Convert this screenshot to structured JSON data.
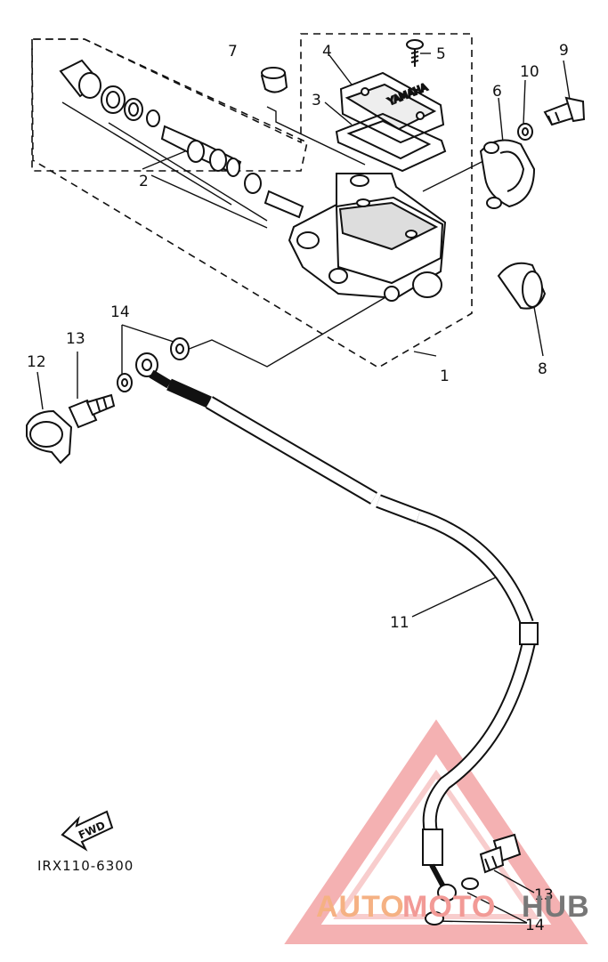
{
  "callouts": {
    "c1": "1",
    "c2": "2",
    "c3": "3",
    "c4": "4",
    "c5": "5",
    "c6": "6",
    "c7": "7",
    "c8": "8",
    "c9": "9",
    "c10": "10",
    "c11": "11",
    "c12": "12",
    "c13a": "13",
    "c13b": "13",
    "c14a": "14",
    "c14b": "14"
  },
  "fwd_label": "FWD",
  "diagram_code": "IRX110-6300",
  "watermark": {
    "part1": "AUTO",
    "part2": "MOTO",
    "part3": "HUB"
  },
  "colors": {
    "ink": "#111111",
    "wm_orange": "#f5b183",
    "wm_pink": "#f29a96",
    "wm_grey": "#777777",
    "wm_red": "#e0463f"
  }
}
